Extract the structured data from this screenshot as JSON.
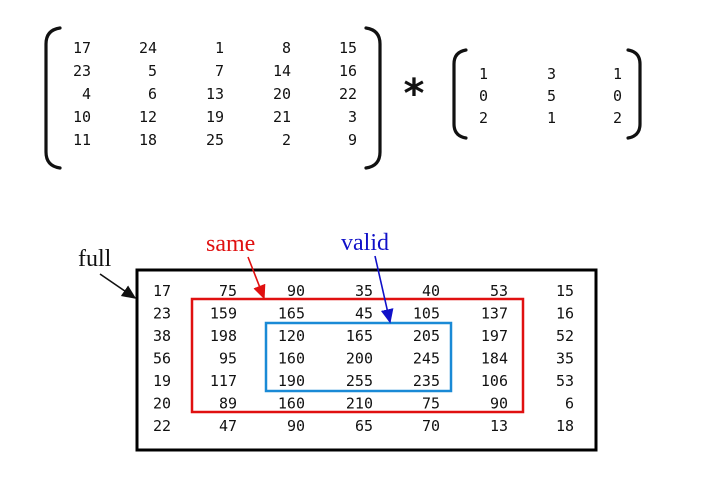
{
  "matrix_a": [
    [
      "17",
      "24",
      "1",
      "8",
      "15"
    ],
    [
      "23",
      "5",
      "7",
      "14",
      "16"
    ],
    [
      "4",
      "6",
      "13",
      "20",
      "22"
    ],
    [
      "10",
      "12",
      "19",
      "21",
      "3"
    ],
    [
      "11",
      "18",
      "25",
      "2",
      "9"
    ]
  ],
  "operator": "*",
  "kernel": [
    [
      "1",
      "3",
      "1"
    ],
    [
      "0",
      "5",
      "0"
    ],
    [
      "2",
      "1",
      "2"
    ]
  ],
  "result": [
    [
      "17",
      "75",
      "90",
      "35",
      "40",
      "53",
      "15"
    ],
    [
      "23",
      "159",
      "165",
      "45",
      "105",
      "137",
      "16"
    ],
    [
      "38",
      "198",
      "120",
      "165",
      "205",
      "197",
      "52"
    ],
    [
      "56",
      "95",
      "160",
      "200",
      "245",
      "184",
      "35"
    ],
    [
      "19",
      "117",
      "190",
      "255",
      "235",
      "106",
      "53"
    ],
    [
      "20",
      "89",
      "160",
      "210",
      "75",
      "90",
      "6"
    ],
    [
      "22",
      "47",
      "90",
      "65",
      "70",
      "13",
      "18"
    ]
  ],
  "labels": {
    "full": "full",
    "same": "same",
    "valid": "valid"
  },
  "colors": {
    "full_box": "#000000",
    "same_box": "#e01010",
    "valid_box": "#1a8ad6",
    "same_text": "#e01010",
    "valid_text": "#1010c8",
    "full_text": "#111111"
  }
}
